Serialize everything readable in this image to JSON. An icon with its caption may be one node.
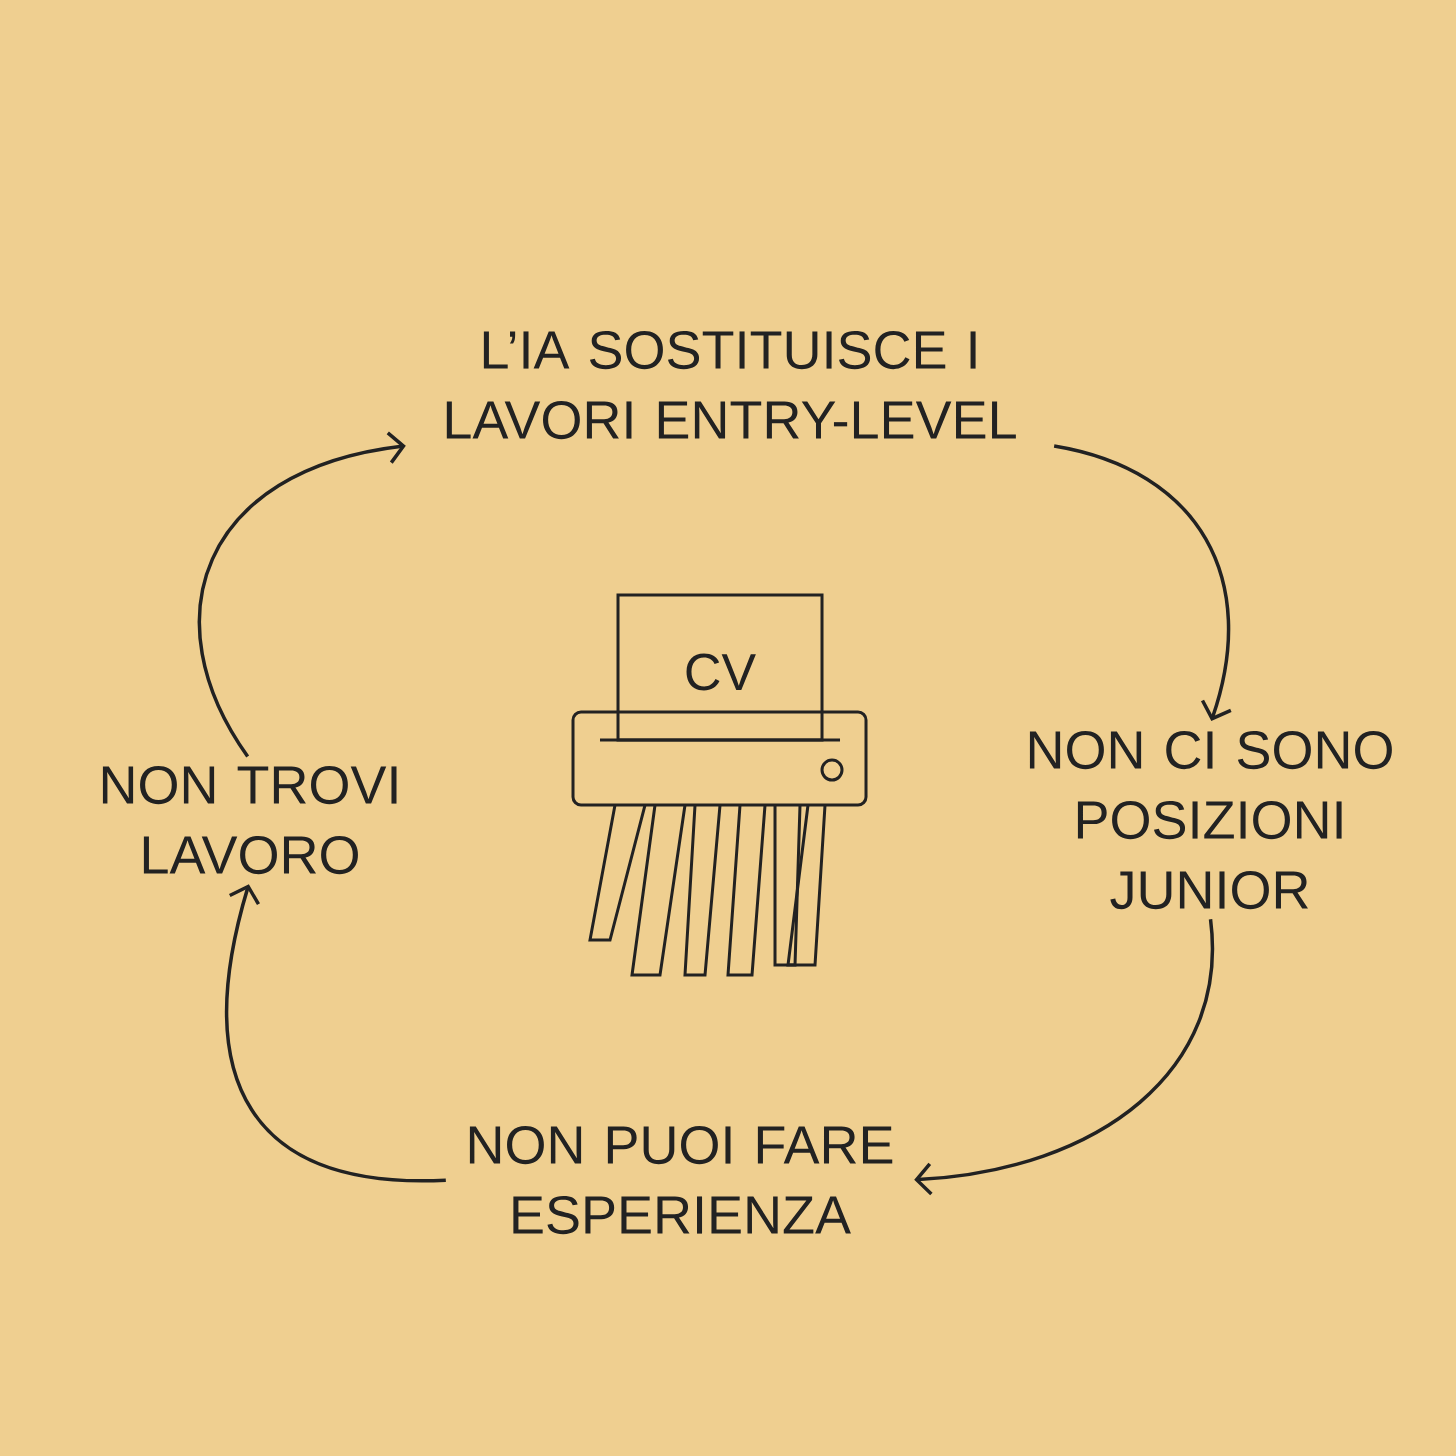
{
  "diagram": {
    "nodes": [
      {
        "text": [
          "L’IA SOSTITUISCE I LAVORI ENTRY-LEVEL"
        ]
      },
      {
        "text": [
          "NON CI SONO POSIZIONI JUNIOR"
        ]
      },
      {
        "text": [
          "NON PUOI FARE ESPERIENZA"
        ]
      },
      {
        "text": [
          "NON TROVI LAVORO"
        ]
      }
    ],
    "edges": [
      {
        "from": 0,
        "to": 1,
        "arrow": "to"
      },
      {
        "from": 1,
        "to": 2,
        "arrow": "to"
      },
      {
        "from": 2,
        "to": 3,
        "arrow": "to"
      },
      {
        "from": 3,
        "to": 0,
        "arrow": "to"
      }
    ],
    "labels": [
      "CV"
    ]
  }
}
